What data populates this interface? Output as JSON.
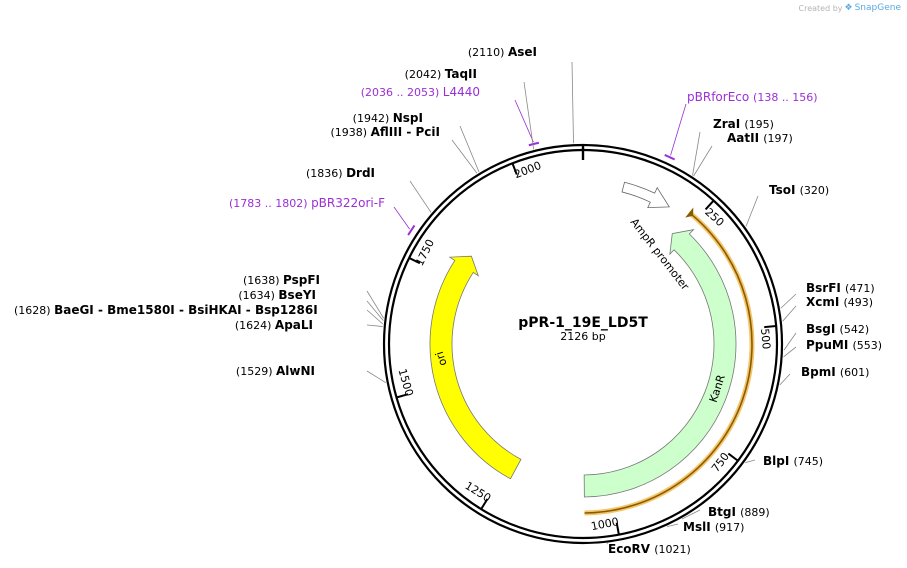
{
  "credit": {
    "created_by": "Created by",
    "brand": "SnapGene",
    "logo_icon": "snapgene-logo-icon"
  },
  "plasmid": {
    "name": "pPR-1_19E_LD5T",
    "size_label": "2126 bp",
    "length": 2126
  },
  "colors": {
    "primer": "#9b2fd6",
    "ori": "#ffff00",
    "kanr": "#ccffcc",
    "promoter": "#ffffff",
    "highlight": "#f5c56a"
  },
  "ticks": [
    {
      "pos": 250,
      "label": "250"
    },
    {
      "pos": 500,
      "label": "500"
    },
    {
      "pos": 750,
      "label": "750"
    },
    {
      "pos": 1000,
      "label": "1000"
    },
    {
      "pos": 1250,
      "label": "1250"
    },
    {
      "pos": 1500,
      "label": "1500"
    },
    {
      "pos": 1750,
      "label": "1750"
    },
    {
      "pos": 2000,
      "label": "2000"
    }
  ],
  "sites": [
    {
      "name": "AseI",
      "pos_label": "(2110)",
      "pos": 2110
    },
    {
      "name": "TaqII",
      "pos_label": "(2042)",
      "pos": 2042
    },
    {
      "name": "NspI",
      "pos_label": "(1942)",
      "pos": 1942
    },
    {
      "name": "AflIII",
      "extra": "- PciI",
      "pos_label": "(1938)",
      "pos": 1938
    },
    {
      "name": "DrdI",
      "pos_label": "(1836)",
      "pos": 1836
    },
    {
      "name": "ZraI",
      "pos_label": "(195)",
      "pos": 195
    },
    {
      "name": "AatII",
      "pos_label": "(197)",
      "pos": 197
    },
    {
      "name": "TsoI",
      "pos_label": "(320)",
      "pos": 320
    },
    {
      "name": "BsrFI",
      "pos_label": "(471)",
      "pos": 471
    },
    {
      "name": "XcmI",
      "pos_label": "(493)",
      "pos": 493
    },
    {
      "name": "BsgI",
      "pos_label": "(542)",
      "pos": 542
    },
    {
      "name": "PpuMI",
      "pos_label": "(553)",
      "pos": 553
    },
    {
      "name": "BpmI",
      "pos_label": "(601)",
      "pos": 601
    },
    {
      "name": "BlpI",
      "pos_label": "(745)",
      "pos": 745
    },
    {
      "name": "BtgI",
      "pos_label": "(889)",
      "pos": 889
    },
    {
      "name": "MslI",
      "pos_label": "(917)",
      "pos": 917
    },
    {
      "name": "EcoRV",
      "pos_label": "(1021)",
      "pos": 1021
    },
    {
      "name": "AlwNI",
      "pos_label": "(1529)",
      "pos": 1529
    },
    {
      "name": "ApaLI",
      "pos_label": "(1624)",
      "pos": 1624
    },
    {
      "name": "BaeGI",
      "extra": "- Bme1580I   - BsiHKAI   - Bsp1286I",
      "pos_label": "(1628)",
      "pos": 1628
    },
    {
      "name": "BseYI",
      "pos_label": "(1634)",
      "pos": 1634
    },
    {
      "name": "PspFI",
      "pos_label": "(1638)",
      "pos": 1638
    }
  ],
  "primers": [
    {
      "name": "L4440",
      "range": "(2036 .. 2053)",
      "start": 2036,
      "end": 2053
    },
    {
      "name": "pBRforEco",
      "range": "(138 .. 156)",
      "start": 138,
      "end": 156
    },
    {
      "name": "pBR322ori-F",
      "range": "(1783 .. 1802)",
      "start": 1783,
      "end": 1802
    }
  ],
  "features": [
    {
      "name": "AmpR promoter",
      "start": 85,
      "end": 190,
      "kind": "promoter"
    },
    {
      "name": "KanR",
      "start": 230,
      "end": 1060,
      "kind": "cds"
    },
    {
      "name": "ori",
      "start": 1230,
      "end": 1820,
      "kind": "origin"
    }
  ]
}
